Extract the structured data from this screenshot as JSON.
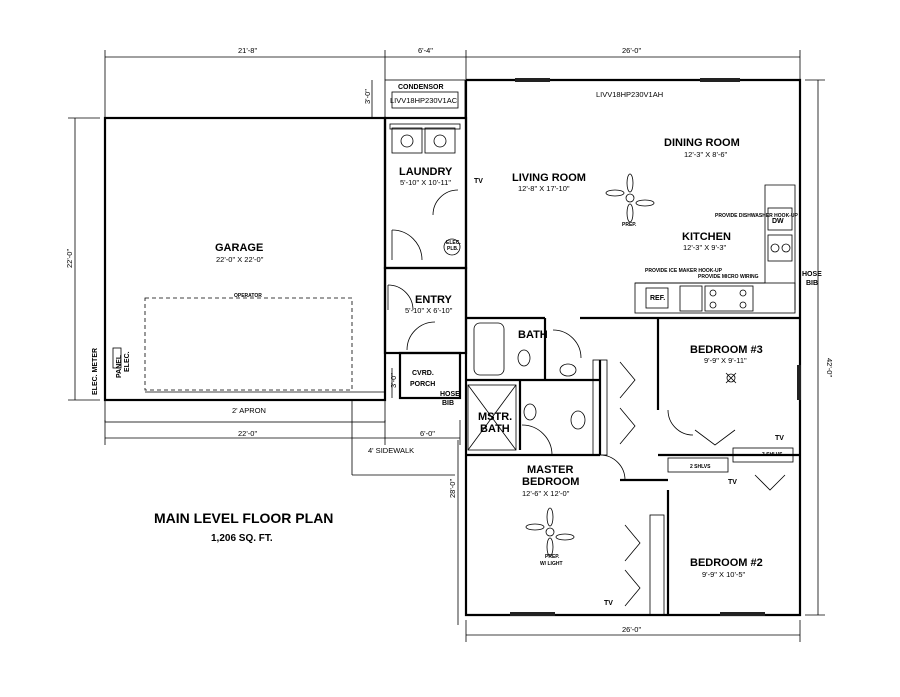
{
  "title": "MAIN LEVEL FLOOR PLAN",
  "area": "1,206 SQ. FT.",
  "rooms": {
    "garage": {
      "name": "GARAGE",
      "size": "22'-0\" X 22'-0\""
    },
    "laundry": {
      "name": "LAUNDRY",
      "size": "5'-10\" X 10'-11\""
    },
    "entry": {
      "name": "ENTRY",
      "size": "5'-10\" X 6'-10\""
    },
    "living": {
      "name": "LIVING ROOM",
      "size": "12'-8\" X 17'-10\""
    },
    "dining": {
      "name": "DINING ROOM",
      "size": "12'-3\" X 8'-6\""
    },
    "kitchen": {
      "name": "KITCHEN",
      "size": "12'-3\" X 9'-3\""
    },
    "bath": {
      "name": "BATH"
    },
    "mstr_bath_1": "MSTR.",
    "mstr_bath_2": "BATH",
    "master_1": "MASTER",
    "master_2": "BEDROOM",
    "master_size": "12'-6\" X 12'-0\"",
    "bed3": {
      "name": "BEDROOM #3",
      "size": "9'-9\" X 9'-11\""
    },
    "bed2": {
      "name": "BEDROOM #2",
      "size": "9'-9\" X 10'-5\""
    },
    "porch_1": "CVRD.",
    "porch_2": "PORCH"
  },
  "dimensions": {
    "top_garage": "21'-8\"",
    "top_middle": "6'-4\"",
    "top_house": "26'-0\"",
    "left_garage": "22'-0\"",
    "right_house": "42'-0\"",
    "bottom_garage": "22'-0\"",
    "bottom_middle": "6'-0\"",
    "bottom_house": "26'-0\"",
    "lower_left": "28'-0\"",
    "condensor_side": "3'-0\"",
    "porch_side": "3'-0\""
  },
  "labels": {
    "condensor": "CONDENSOR",
    "unit_left": "LIVV18HP230V1AC",
    "unit_right": "LIVV18HP230V1AH",
    "operator": "OPERATOR",
    "apron": "2' APRON",
    "sidewalk": "4' SIDEWALK",
    "elec_meter": "ELEC. METER",
    "panel_1": "PANEL",
    "panel_2": "ELEC.",
    "hose_bib": "HOSE",
    "hose_bib_2": "BIB",
    "hose_bib_r": "HOSE",
    "hose_bib_r2": "BIB",
    "tv": "TV",
    "prep": "PREP.",
    "prep_light_1": "PREP.",
    "prep_light_2": "W/ LIGHT",
    "ref": "REF.",
    "dw": "DW",
    "elec_plb_1": "ELEC.",
    "elec_plb_2": "PLB.",
    "dish_hookup": "PROVIDE DISHWASHER HOOK-UP",
    "ice_hookup": "PROVIDE ICE MAKER HOOK-UP",
    "micro_wiring": "PROVIDE MICRO WIRING",
    "shelves": "3 SHLVS",
    "shelves_b": "2 SHLVS"
  },
  "colors": {
    "ink": "#000000",
    "paper": "#ffffff",
    "window": "#222222"
  }
}
